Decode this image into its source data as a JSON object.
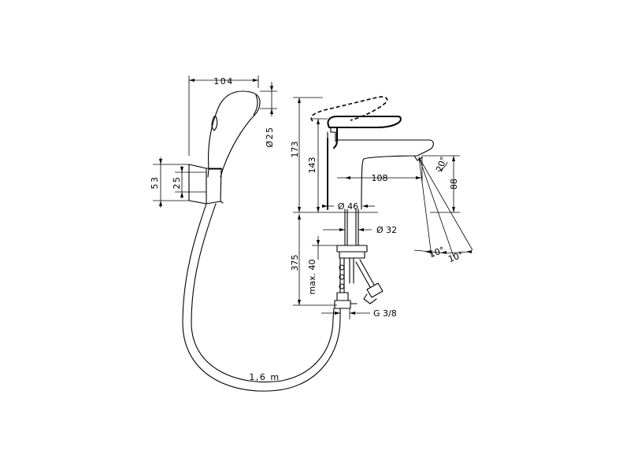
{
  "dimensions": {
    "handshower_width": "104",
    "handshower_diameter": "Ø25",
    "holder_height": "53",
    "holder_inner": "25",
    "tap_total_height": "173",
    "tap_spout_height": "143",
    "spout_reach": "108",
    "spout_clearance": "88",
    "spout_angle": "20°",
    "spray_angle_left": "10°",
    "spray_angle_right": "10°",
    "base_diameter": "Ø 46",
    "shank_diameter": "Ø 32",
    "shank_length": "375",
    "max_thickness": "max. 40",
    "connection_thread": "G 3/8",
    "hose_length": "1,6  m"
  }
}
